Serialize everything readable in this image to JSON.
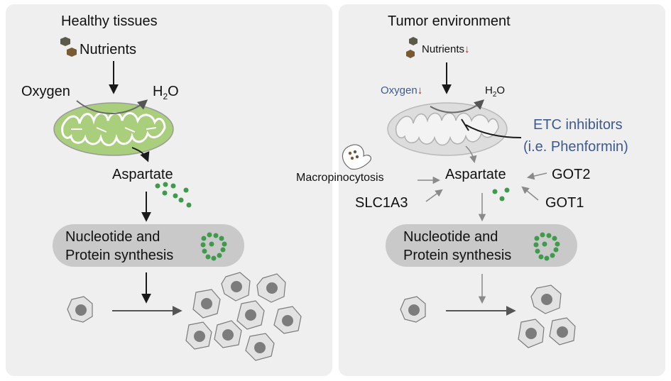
{
  "left_panel": {
    "title": "Healthy tissues",
    "nutrients": "Nutrients",
    "oxygen": "Oxygen",
    "water_h": "H",
    "water_sub": "2",
    "water_o": "O",
    "aspartate": "Aspartate",
    "synthesis_line1": "Nucleotide and",
    "synthesis_line2": "Protein synthesis"
  },
  "right_panel": {
    "title": "Tumor environment",
    "nutrients": "Nutrients",
    "oxygen": "Oxygen",
    "water_h": "H",
    "water_sub": "2",
    "water_o": "O",
    "etc_line1": "ETC inhibitors",
    "etc_line2": "(i.e. Phenformin)",
    "macropinocytosis": "Macropinocytosis",
    "slc1a3": "SLC1A3",
    "aspartate": "Aspartate",
    "got2": "GOT2",
    "got1": "GOT1",
    "synthesis_line1": "Nucleotide and",
    "synthesis_line2": "Protein synthesis"
  },
  "decrease_symbol": "↓",
  "colors": {
    "panel_bg": "#efefef",
    "mito_healthy": "#a9cf7c",
    "mito_outer": "#b9b9b9",
    "aspartate_dots": "#3f9a4c",
    "label_blue": "#3c5a91",
    "decrease_red": "#b0201e",
    "cell_fill": "#e2e2e2",
    "nucleus": "#7c7c7c",
    "nutrient_dark": "#5b5a4a",
    "nutrient_brown": "#7a5a33"
  }
}
